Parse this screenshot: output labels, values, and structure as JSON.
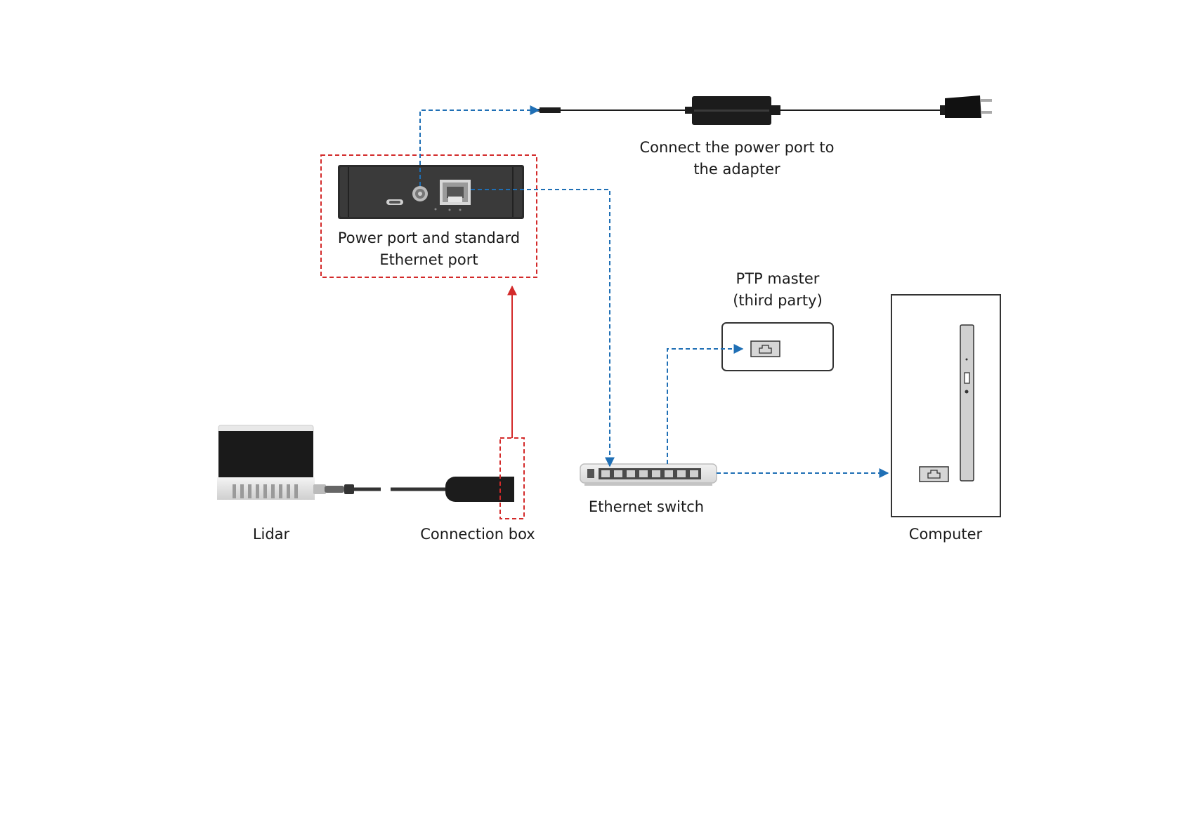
{
  "labels": {
    "adapter_line1": "Connect the power port to",
    "adapter_line2": "the adapter",
    "ports_line1": "Power port and standard",
    "ports_line2": "Ethernet port",
    "ptp_line1": "PTP master",
    "ptp_line2": "(third party)",
    "lidar": "Lidar",
    "connection_box": "Connection box",
    "ethernet_switch": "Ethernet switch",
    "computer": "Computer"
  },
  "colors": {
    "network_link": "#1f6fb5",
    "highlight": "#d32a2a",
    "device_dark": "#1c1c1c",
    "outline": "#333333"
  },
  "icons": {
    "power_adapter": "power-adapter-icon",
    "plug": "wall-plug-icon",
    "connection_box_panel": "connection-box-panel-icon",
    "ethernet_port": "ethernet-port-icon",
    "lidar": "lidar-sensor-icon",
    "switch": "ethernet-switch-icon",
    "computer": "computer-tower-icon"
  }
}
